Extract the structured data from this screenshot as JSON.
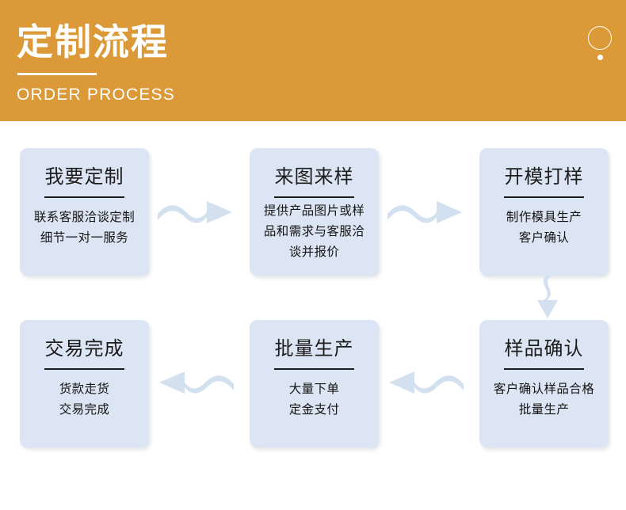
{
  "banner": {
    "title": "定制流程",
    "subtitle": "ORDER PROCESS",
    "background_color": "#dc9937",
    "text_color": "#ffffff",
    "decoration": {
      "circle": "circle-outline",
      "dot": "dot-filled"
    }
  },
  "flow": {
    "card_color": "#dbe5f3",
    "arrow_color": "#d2e0f0",
    "steps": [
      {
        "index": 1,
        "title": "我要定制",
        "body_lines": [
          "联系客服洽谈定制",
          "细节一对一服务"
        ],
        "body": "联系客服洽谈定制\n细节一对一服务"
      },
      {
        "index": 2,
        "title": "来图来样",
        "body_lines": [
          "提供产品图片或样",
          "品和需求与客服洽",
          "谈并报价"
        ],
        "body": "提供产品图片或样\n品和需求与客服洽\n谈并报价"
      },
      {
        "index": 3,
        "title": "开模打样",
        "body_lines": [
          "制作模具生产",
          "客户确认"
        ],
        "body": "制作模具生产\n客户确认"
      },
      {
        "index": 4,
        "title": "样品确认",
        "body_lines": [
          "客户确认样品合格",
          "批量生产"
        ],
        "body": "客户确认样品合格\n批量生产"
      },
      {
        "index": 5,
        "title": "批量生产",
        "body_lines": [
          "大量下单",
          "定金支付"
        ],
        "body": "大量下单\n定金支付"
      },
      {
        "index": 6,
        "title": "交易完成",
        "body_lines": [
          "货款走货",
          "交易完成"
        ],
        "body": "货款走货\n交易完成"
      }
    ],
    "connectors": [
      {
        "name": "arrow-right-step1-step2",
        "direction": "right"
      },
      {
        "name": "arrow-right-step2-step3",
        "direction": "right"
      },
      {
        "name": "arrow-down-step3-step4",
        "direction": "down"
      },
      {
        "name": "arrow-left-step4-step5",
        "direction": "left"
      },
      {
        "name": "arrow-left-step5-step6",
        "direction": "left"
      }
    ]
  }
}
